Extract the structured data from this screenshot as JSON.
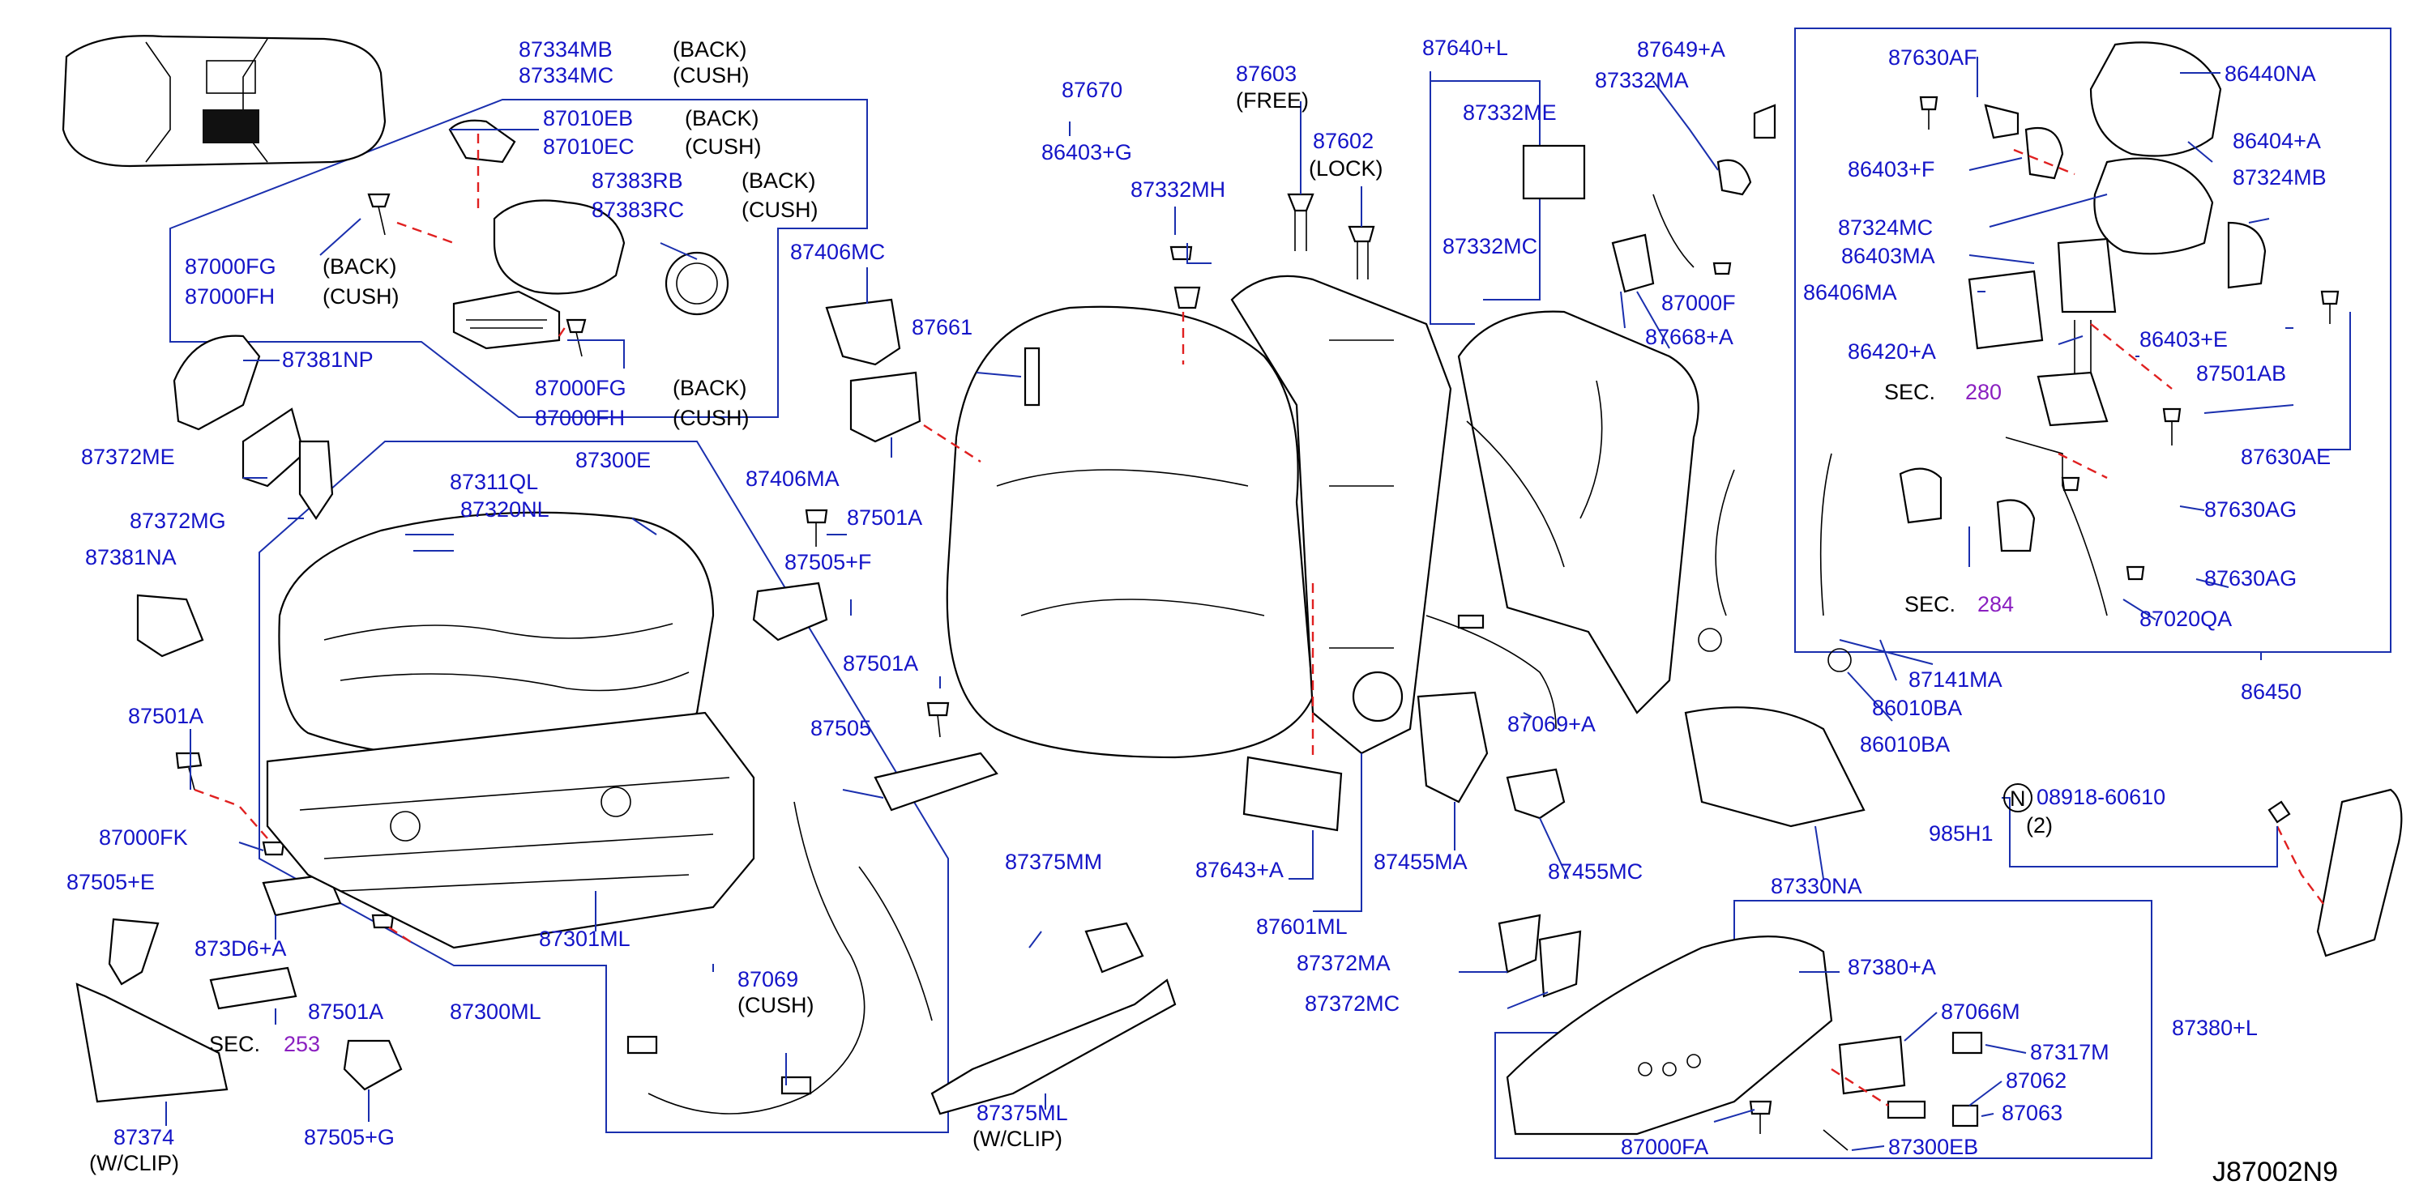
{
  "diagram_code": "J87002N9",
  "colors": {
    "part_number": "#1414c8",
    "annotation": "#000000",
    "section_number": "#8a1fc0",
    "leader": "#1a2fae",
    "dashed_link": "#e02020"
  },
  "labels": {
    "p87334MB": "87334MB",
    "back1": "(BACK)",
    "p87334MC": "87334MC",
    "cush1": "(CUSH)",
    "p87010EB": "87010EB",
    "back2": "(BACK)",
    "p87010EC": "87010EC",
    "cush2": "(CUSH)",
    "p87383RB": "87383RB",
    "back3": "(BACK)",
    "p87383RC": "87383RC",
    "cush3": "(CUSH)",
    "p87000FG_a": "87000FG",
    "back4": "(BACK)",
    "p87000FH_a": "87000FH",
    "cush4": "(CUSH)",
    "p87000FG_b": "87000FG",
    "back5": "(BACK)",
    "p87000FH_b": "87000FH",
    "cush5": "(CUSH)",
    "p87381NP": "87381NP",
    "p87372ME": "87372ME",
    "p87372MG": "87372MG",
    "p87381NA": "87381NA",
    "p87501A_1": "87501A",
    "p87000FK": "87000FK",
    "p87505E": "87505+E",
    "p873D6A": "873D6+A",
    "p87501A_2": "87501A",
    "sec253": "SEC.",
    "sec253n": "253",
    "p87374": "87374",
    "wclip1": "(W/CLIP)",
    "p87505G": "87505+G",
    "p87311QL": "87311QL",
    "p87320NL": "87320NL",
    "p87300E": "87300E",
    "p87301ML": "87301ML",
    "p87300ML": "87300ML",
    "p87069": "87069",
    "cush6": "(CUSH)",
    "p87406MC": "87406MC",
    "p87406MA": "87406MA",
    "p87501A_3": "87501A",
    "p87505F": "87505+F",
    "p87501A_4": "87501A",
    "p87505": "87505",
    "p87670": "87670",
    "p86403G": "86403+G",
    "p87332MH": "87332MH",
    "p87661": "87661",
    "p87603": "87603",
    "free": "(FREE)",
    "p87602": "87602",
    "lock": "(LOCK)",
    "p87375MM": "87375MM",
    "p87375ML": "87375ML",
    "wclip2": "(W/CLIP)",
    "p87643A": "87643+A",
    "p87601ML": "87601ML",
    "p87372MA": "87372MA",
    "p87372MC": "87372MC",
    "p87640L": "87640+L",
    "p87332ME": "87332ME",
    "p87332MC": "87332MC",
    "p87649A": "87649+A",
    "p87332MA": "87332MA",
    "p87000F": "87000F",
    "p87668A": "87668+A",
    "p87069A": "87069+A",
    "p87455MA": "87455MA",
    "p87455MC": "87455MC",
    "p87141MA": "87141MA",
    "p86010BA_1": "86010BA",
    "p86010BA_2": "86010BA",
    "p87330NA": "87330NA",
    "p87630AF": "87630AF",
    "p86440NA": "86440NA",
    "p86403F": "86403+F",
    "p86404A": "86404+A",
    "p87324MC": "87324MC",
    "p87324MB": "87324MB",
    "p86403MA": "86403MA",
    "p86406MA": "86406MA",
    "p86403E": "86403+E",
    "p86420A": "86420+A",
    "p87501AB": "87501AB",
    "sec280": "SEC.",
    "sec280n": "280",
    "p87630AE": "87630AE",
    "p87630AG_1": "87630AG",
    "p87630AG_2": "87630AG",
    "sec284": "SEC.",
    "sec284n": "284",
    "p87020QA": "87020QA",
    "p86450": "86450",
    "nut_mark": "N",
    "p08918": "08918-60610",
    "qty2": "(2)",
    "p985H1": "985H1",
    "p87380A": "87380+A",
    "p87380L": "87380+L",
    "p87066M": "87066M",
    "p87317M": "87317M",
    "p87062": "87062",
    "p87063": "87063",
    "p87000FA": "87000FA",
    "p87300EB": "87300EB"
  }
}
